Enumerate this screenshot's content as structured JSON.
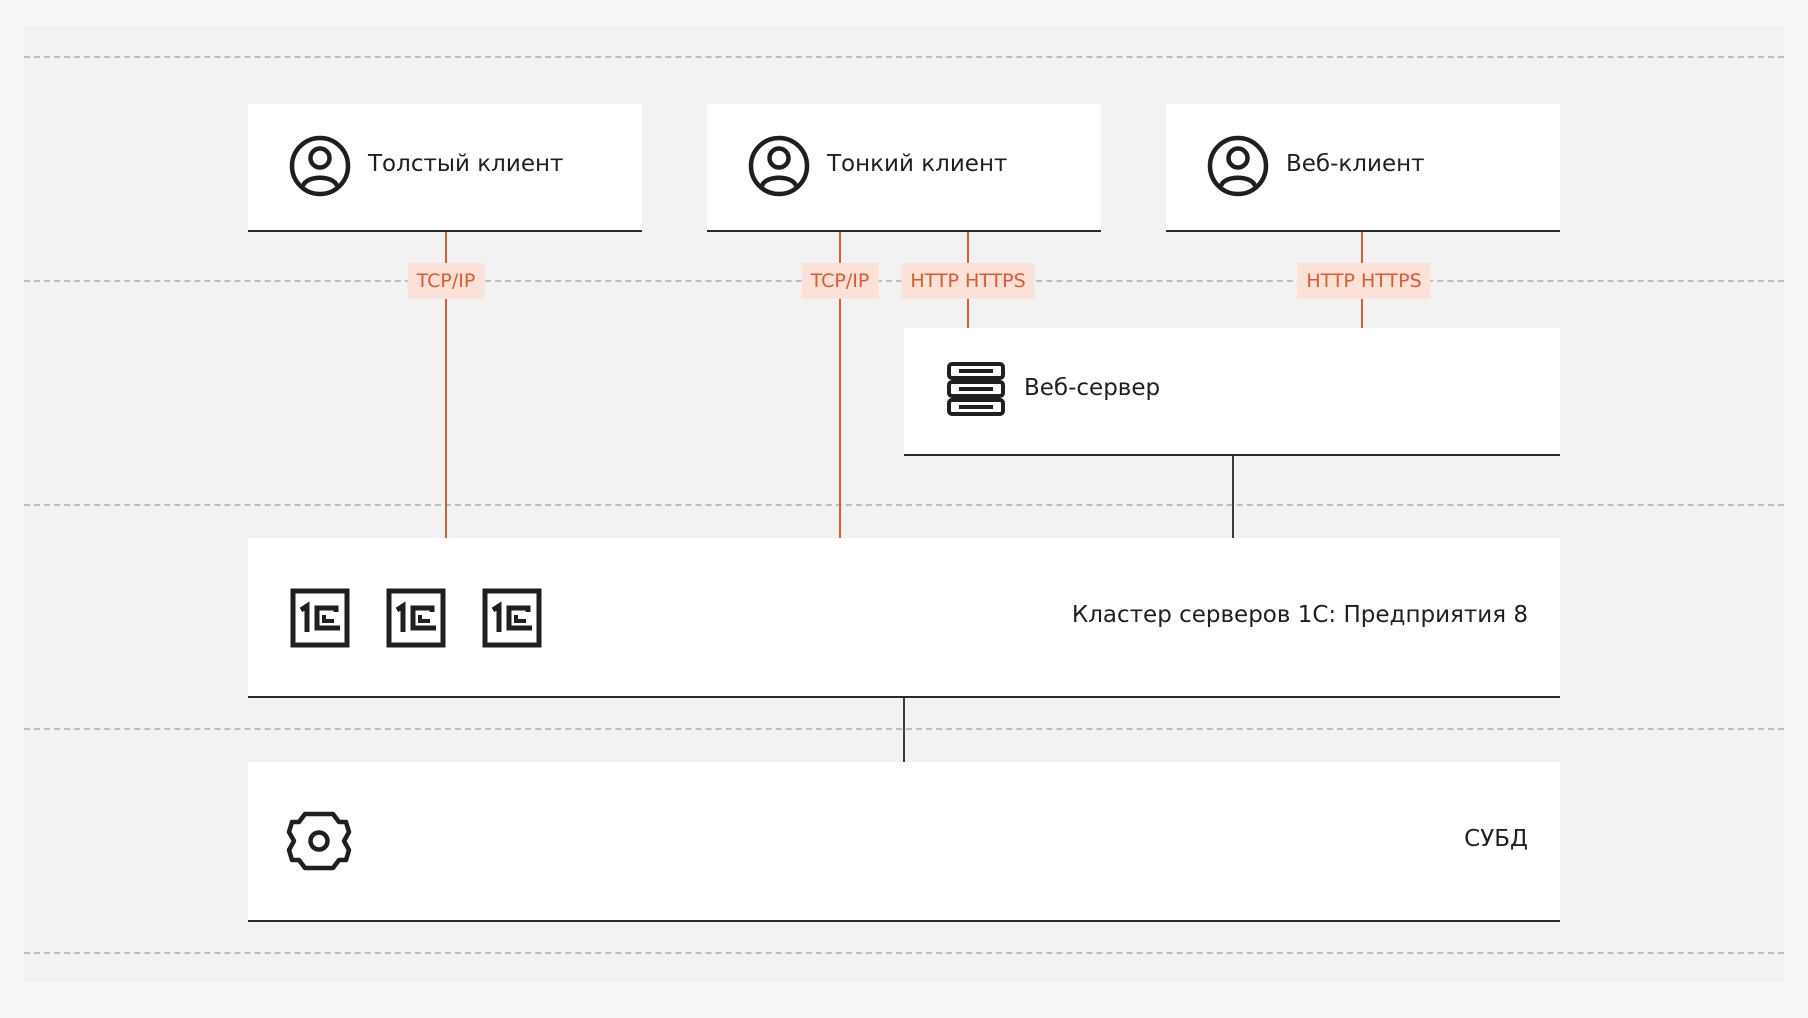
{
  "colors": {
    "accent": "#e05a2b",
    "tag_background": "#fbe1d7",
    "box_background": "#ffffff",
    "canvas_background": "#f2f2f2",
    "connector_dark": "#3a3a3a"
  },
  "clients": [
    {
      "label": "Толстый клиент",
      "icon": "user-circle-icon"
    },
    {
      "label": "Тонкий клиент",
      "icon": "user-circle-icon"
    },
    {
      "label": "Веб-клиент",
      "icon": "user-circle-icon"
    }
  ],
  "protocols": {
    "thick_tcp": "TCP/IP",
    "thin_tcp": "TCP/IP",
    "thin_http": "HTTP HTTPS",
    "web_http": "HTTP HTTPS"
  },
  "web_server": {
    "label": "Веб-сервер",
    "icon": "server-rack-icon"
  },
  "cluster": {
    "label": "Кластер серверов 1С: Предприятия 8",
    "icons": [
      "1c-logo-icon",
      "1c-logo-icon",
      "1c-logo-icon"
    ]
  },
  "dbms": {
    "label": "СУБД",
    "icon": "gear-icon"
  }
}
